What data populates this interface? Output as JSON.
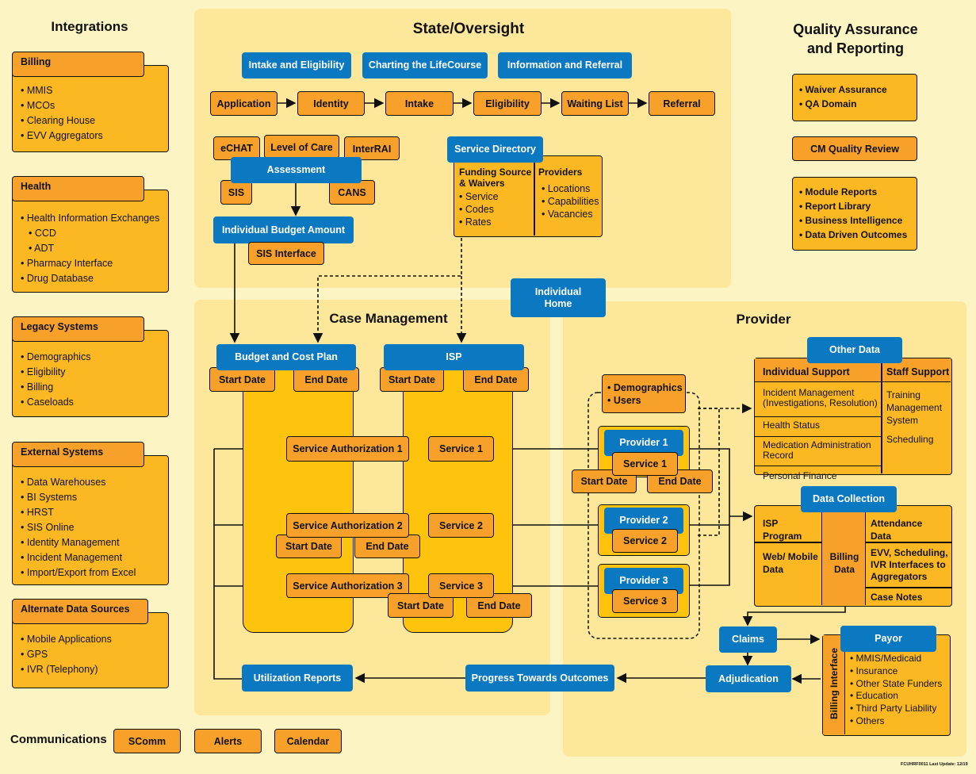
{
  "integrations": {
    "title": "Integrations",
    "groups": [
      {
        "title": "Billing",
        "items": [
          "MMIS",
          "MCOs",
          "Clearing House",
          "EVV Aggregators"
        ]
      },
      {
        "title": "Health",
        "items": [
          "Health Information Exchanges",
          "CCD",
          "ADT",
          "Pharmacy Interface",
          "Drug Database"
        ]
      },
      {
        "title": "Legacy Systems",
        "items": [
          "Demographics",
          "Eligibility",
          "Billing",
          "Caseloads"
        ]
      },
      {
        "title": "External Systems",
        "items": [
          "Data Warehouses",
          "BI Systems",
          "HRST",
          "SIS Online",
          "Identity Management",
          "Incident Management",
          "Import/Export from Excel"
        ]
      },
      {
        "title": "Alternate Data Sources",
        "items": [
          "Mobile Applications",
          "GPS",
          "IVR (Telephony)"
        ]
      }
    ]
  },
  "communications": {
    "title": "Communications",
    "items": [
      "SComm",
      "Alerts",
      "Calendar"
    ]
  },
  "state": {
    "title": "State/Oversight",
    "top_buttons": [
      "Intake and Eligibility",
      "Charting the LifeCourse",
      "Information and Referral"
    ],
    "flow": [
      "Application",
      "Identity",
      "Intake",
      "Eligibility",
      "Waiting List",
      "Referral"
    ],
    "assessment": {
      "title": "Assessment",
      "tools": [
        "eCHAT",
        "Level of Care",
        "InterRAI",
        "SIS",
        "CANS"
      ]
    },
    "iba": "Individual Budget Amount",
    "sis_interface": "SIS Interface",
    "service_directory": {
      "title": "Service Directory",
      "funding_title": "Funding Source & Waivers",
      "funding_items": [
        "Service",
        "Codes",
        "Rates"
      ],
      "providers_title": "Providers",
      "providers_items": [
        "Locations",
        "Capabilities",
        "Vacancies"
      ]
    }
  },
  "individual_home": "Individual Home",
  "qa": {
    "title": "Quality Assurance and Reporting",
    "group1": [
      "Waiver Assurance",
      "QA Domain"
    ],
    "cm_review": "CM Quality Review",
    "group2": [
      "Module Reports",
      "Report Library",
      "Business Intelligence",
      "Data Driven Outcomes"
    ]
  },
  "case_management": {
    "title": "Case Management",
    "budget": "Budget and Cost Plan",
    "isp": "ISP",
    "start_date": "Start Date",
    "end_date": "End Date",
    "authorizations": [
      "Service Authorization 1",
      "Service Authorization 2",
      "Service Authorization 3"
    ],
    "services": [
      "Service 1",
      "Service 2",
      "Service 3"
    ],
    "utilization": "Utilization Reports",
    "progress": "Progress Towards Outcomes"
  },
  "provider": {
    "title": "Provider",
    "demographics": [
      "Demographics",
      "Users"
    ],
    "providers": [
      {
        "name": "Provider 1",
        "service": "Service 1"
      },
      {
        "name": "Provider 2",
        "service": "Service 2"
      },
      {
        "name": "Provider 3",
        "service": "Service 3"
      }
    ],
    "start_date": "Start Date",
    "end_date": "End Date",
    "other_data": {
      "title": "Other Data",
      "individual_support": "Individual Support",
      "staff_support": "Staff Support",
      "left_items": [
        "Incident Management (Investigations, Resolution)",
        "Health Status",
        "Medication Administration Record",
        "Personal Finance"
      ],
      "right_items": [
        "Training Management System",
        "Scheduling"
      ]
    },
    "data_collection": {
      "title": "Data Collection",
      "isp_program": "ISP Program",
      "web_mobile": "Web/ Mobile Data",
      "billing_data": "Billing Data",
      "right_items": [
        "Attendance Data",
        "EVV, Scheduling, IVR Interfaces to Aggregators",
        "Case Notes"
      ]
    },
    "claims": "Claims",
    "adjudication": "Adjudication",
    "billing_interface": "Billing Interface",
    "payor": {
      "title": "Payor",
      "items": [
        "MMIS/Medicaid",
        "Insurance",
        "Other State Funders",
        "Education",
        "Third Party Liability",
        "Others"
      ]
    }
  },
  "footer_note": "FCUHRF0011 Last Update: 12/19"
}
